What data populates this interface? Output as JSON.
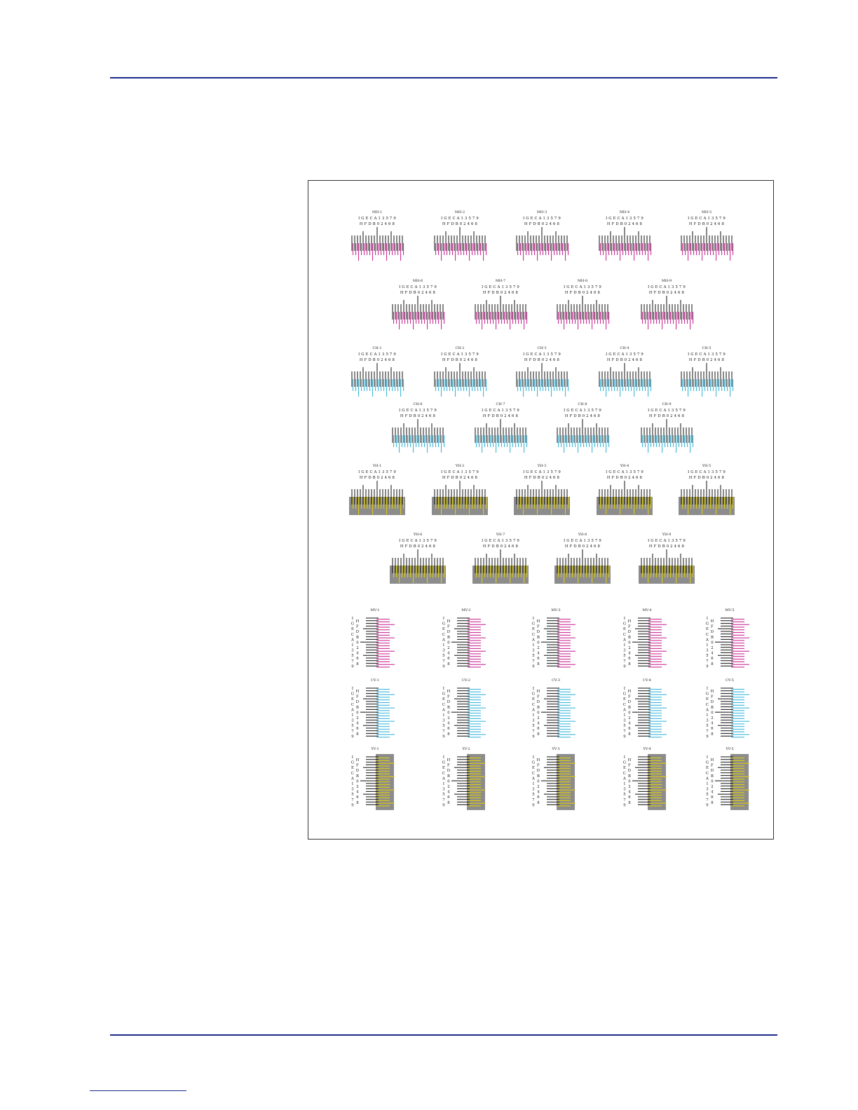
{
  "colors": {
    "rule": "#1a2a8a",
    "magenta": "#c4188c",
    "cyan": "#2ab1d8",
    "yellow": "#e8d400",
    "gray_bg": "#8c8c8c",
    "black": "#111111"
  },
  "scales": {
    "top_row": [
      "I",
      "G",
      "E",
      "C",
      "A",
      "1",
      "3",
      "5",
      "7",
      "9"
    ],
    "bottom_row": [
      "H",
      "F",
      "D",
      "B",
      "0",
      "2",
      "4",
      "6",
      "8"
    ]
  },
  "chart": {
    "horizontal_groups": [
      {
        "color": "magenta",
        "gray": false,
        "rows": [
          [
            "MH-1",
            "MH-2",
            "MH-3",
            "MH-4",
            "MH-5"
          ],
          [
            "MH-6",
            "MH-7",
            "MH-8",
            "MH-9"
          ]
        ]
      },
      {
        "color": "cyan",
        "gray": false,
        "rows": [
          [
            "CH-1",
            "CH-2",
            "CH-3",
            "CH-4",
            "CH-5"
          ],
          [
            "CH-6",
            "CH-7",
            "CH-8",
            "CH-9"
          ]
        ]
      },
      {
        "color": "yellow",
        "gray": true,
        "rows": [
          [
            "YH-1",
            "YH-2",
            "YH-3",
            "YH-4",
            "YH-5"
          ],
          [
            "YH-6",
            "YH-7",
            "YH-8",
            "YH-9"
          ]
        ]
      }
    ],
    "vertical_groups": [
      {
        "color": "magenta",
        "gray": false,
        "labels": [
          "MV-1",
          "MV-2",
          "MV-3",
          "MV-4",
          "MV-5"
        ]
      },
      {
        "color": "cyan",
        "gray": false,
        "labels": [
          "CV-1",
          "CV-2",
          "CV-3",
          "CV-4",
          "CV-5"
        ]
      },
      {
        "color": "yellow",
        "gray": true,
        "labels": [
          "YV-1",
          "YV-2",
          "YV-3",
          "YV-4",
          "YV-5"
        ]
      }
    ]
  }
}
